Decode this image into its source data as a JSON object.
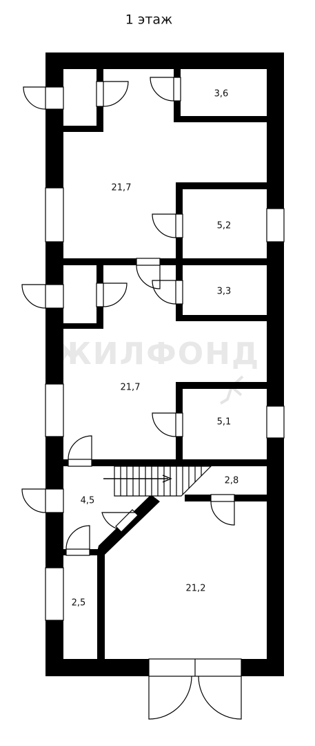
{
  "plan": {
    "title": "1 этаж",
    "watermark": "ЖИЛФОНД",
    "rooms": [
      {
        "id": "r1",
        "area": "3,6"
      },
      {
        "id": "r2",
        "area": "21,7"
      },
      {
        "id": "r3",
        "area": "5,2"
      },
      {
        "id": "r4",
        "area": "3,3"
      },
      {
        "id": "r5",
        "area": "21,7"
      },
      {
        "id": "r6",
        "area": "5,1"
      },
      {
        "id": "r7",
        "area": "2,8"
      },
      {
        "id": "r8",
        "area": "4,5"
      },
      {
        "id": "r9",
        "area": "21,2"
      },
      {
        "id": "r10",
        "area": "2,5"
      }
    ]
  }
}
